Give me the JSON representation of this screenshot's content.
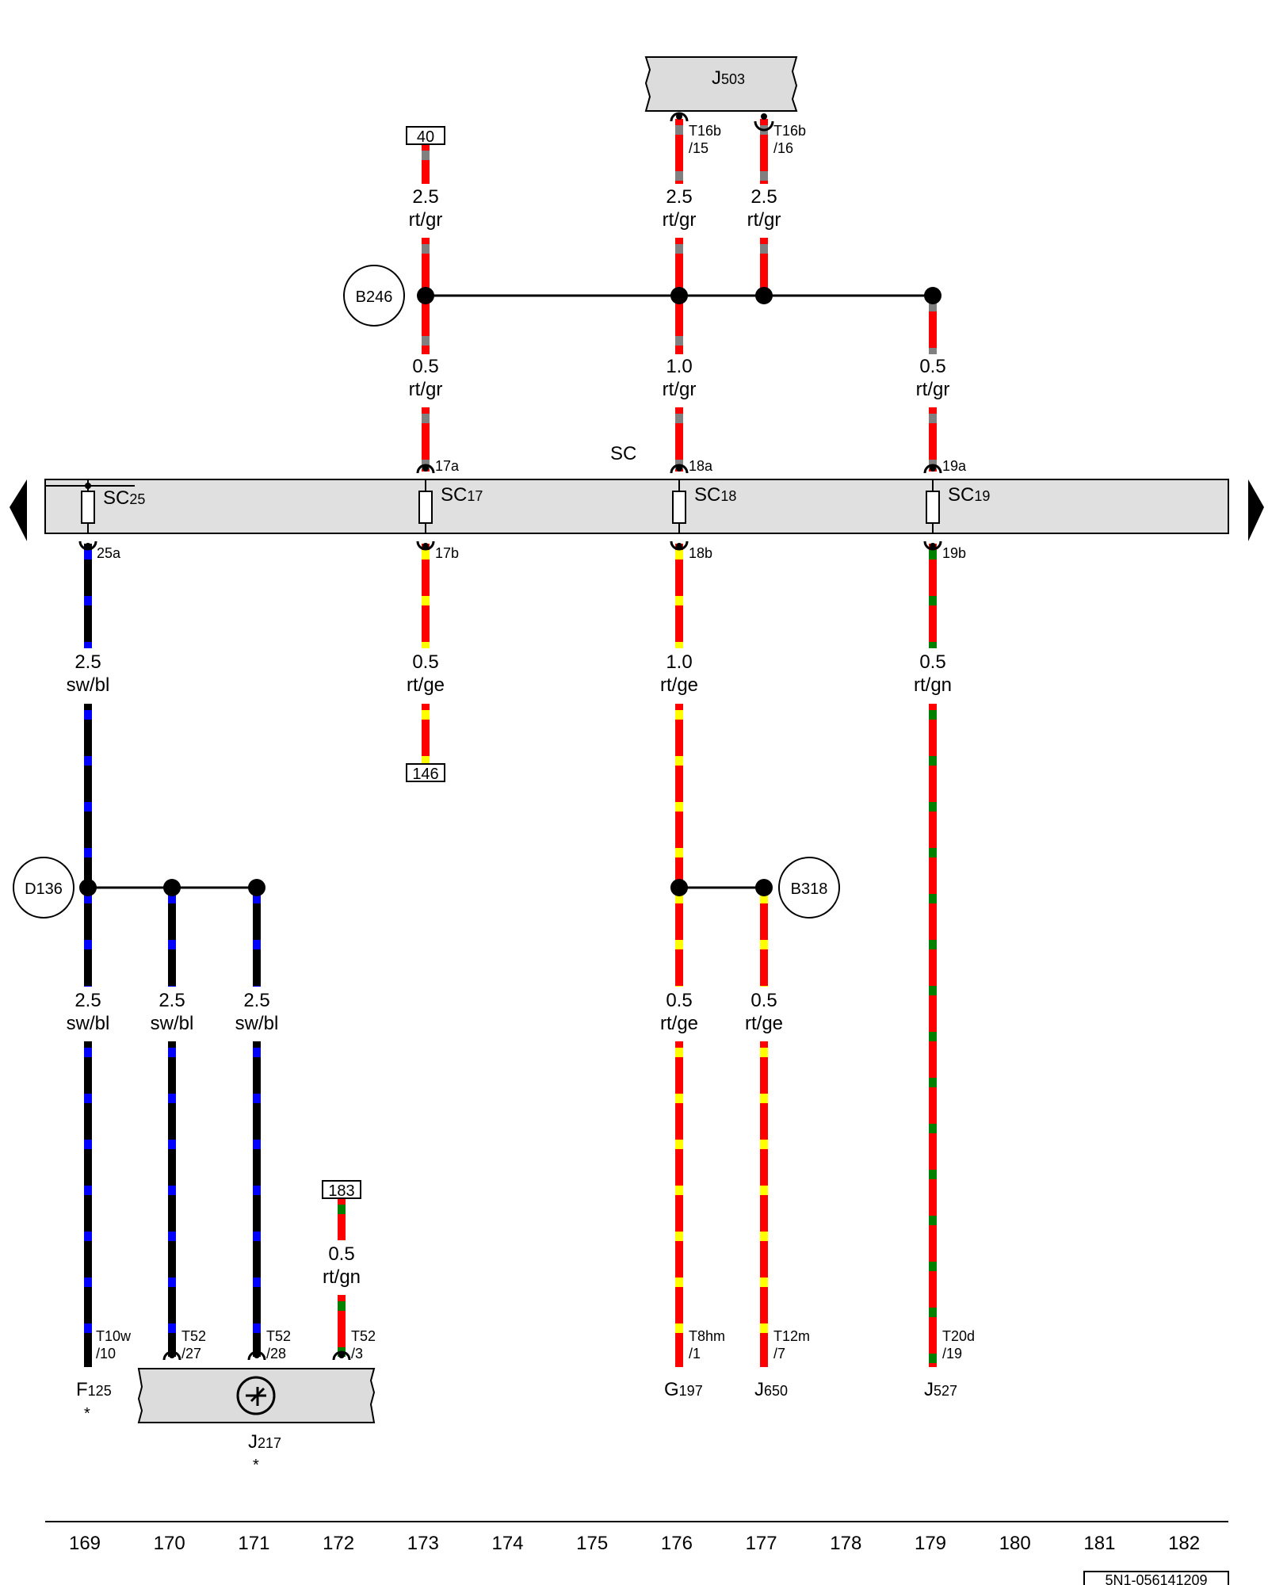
{
  "colors": {
    "rt": "#ff0000",
    "gr": "#808080",
    "ge": "#ffff00",
    "gn": "#008000",
    "sw": "#000000",
    "bl": "#0000ff",
    "fusebox_fill": "#e0e0e0",
    "component_fill": "#dcdcdc"
  },
  "fusebox": {
    "name": "SC",
    "fuses": [
      {
        "name": "SC",
        "sub": "25",
        "in_pin": "",
        "out_pin": "25a"
      },
      {
        "name": "SC",
        "sub": "17",
        "in_pin": "17a",
        "out_pin": "17b"
      },
      {
        "name": "SC",
        "sub": "18",
        "in_pin": "18a",
        "out_pin": "18b"
      },
      {
        "name": "SC",
        "sub": "19",
        "in_pin": "19a",
        "out_pin": "19b"
      }
    ]
  },
  "components": {
    "j503": {
      "name": "J",
      "sub": "503"
    },
    "j217": {
      "name": "J",
      "sub": "217",
      "note": "*"
    }
  },
  "splices": {
    "b246": "B246",
    "d136": "D136",
    "b318": "B318"
  },
  "refs": {
    "r40": "40",
    "r146": "146",
    "r183": "183"
  },
  "connectors": {
    "t16b_15": {
      "line1": "T16b",
      "line2": "/15"
    },
    "t16b_16": {
      "line1": "T16b",
      "line2": "/16"
    },
    "t10w_10": {
      "line1": "T10w",
      "line2": "/10"
    },
    "t52_27": {
      "line1": "T52",
      "line2": "/27"
    },
    "t52_28": {
      "line1": "T52",
      "line2": "/28"
    },
    "t52_3": {
      "line1": "T52",
      "line2": "/3"
    },
    "t8hm_1": {
      "line1": "T8hm",
      "line2": "/1"
    },
    "t12m_7": {
      "line1": "T12m",
      "line2": "/7"
    },
    "t20d_19": {
      "line1": "T20d",
      "line2": "/19"
    }
  },
  "wires": {
    "w173_top": {
      "size": "2.5",
      "color": "rt/gr"
    },
    "w176_top": {
      "size": "2.5",
      "color": "rt/gr"
    },
    "w177_top": {
      "size": "2.5",
      "color": "rt/gr"
    },
    "w173_mid": {
      "size": "0.5",
      "color": "rt/gr"
    },
    "w176_mid": {
      "size": "1.0",
      "color": "rt/gr"
    },
    "w179_mid": {
      "size": "0.5",
      "color": "rt/gr"
    },
    "w169_up": {
      "size": "2.5",
      "color": "sw/bl"
    },
    "w173_low": {
      "size": "0.5",
      "color": "rt/ge"
    },
    "w176_low": {
      "size": "1.0",
      "color": "rt/ge"
    },
    "w179_low": {
      "size": "0.5",
      "color": "rt/gn"
    },
    "w169_dn": {
      "size": "2.5",
      "color": "sw/bl"
    },
    "w170_dn": {
      "size": "2.5",
      "color": "sw/bl"
    },
    "w171_dn": {
      "size": "2.5",
      "color": "sw/bl"
    },
    "w176_dn": {
      "size": "0.5",
      "color": "rt/ge"
    },
    "w177_dn": {
      "size": "0.5",
      "color": "rt/ge"
    },
    "w172": {
      "size": "0.5",
      "color": "rt/gn"
    }
  },
  "endpoints": {
    "f125": {
      "name": "F",
      "sub": "125",
      "note": "*"
    },
    "g197": {
      "name": "G",
      "sub": "197"
    },
    "j650": {
      "name": "J",
      "sub": "650"
    },
    "j527": {
      "name": "J",
      "sub": "527"
    }
  },
  "ruler": [
    "169",
    "170",
    "171",
    "172",
    "173",
    "174",
    "175",
    "176",
    "177",
    "178",
    "179",
    "180",
    "181",
    "182"
  ],
  "doc_number": "5N1-056141209"
}
